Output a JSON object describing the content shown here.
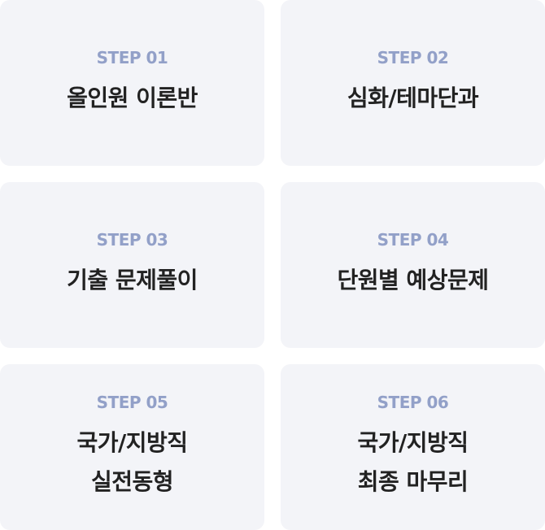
{
  "steps": [
    {
      "label": "STEP 01",
      "title": [
        "올인원 이론반"
      ]
    },
    {
      "label": "STEP 02",
      "title": [
        "심화/테마단과"
      ]
    },
    {
      "label": "STEP 03",
      "title": [
        "기출 문제풀이"
      ]
    },
    {
      "label": "STEP 04",
      "title": [
        "단원별 예상문제"
      ]
    },
    {
      "label": "STEP 05",
      "title": [
        "국가/지방직",
        "실전동형"
      ]
    },
    {
      "label": "STEP 06",
      "title": [
        "국가/지방직",
        "최종 마무리"
      ]
    }
  ],
  "colors": {
    "card_background": "#f3f4f8",
    "step_label": "#92a0c8",
    "title_text": "#222222"
  }
}
